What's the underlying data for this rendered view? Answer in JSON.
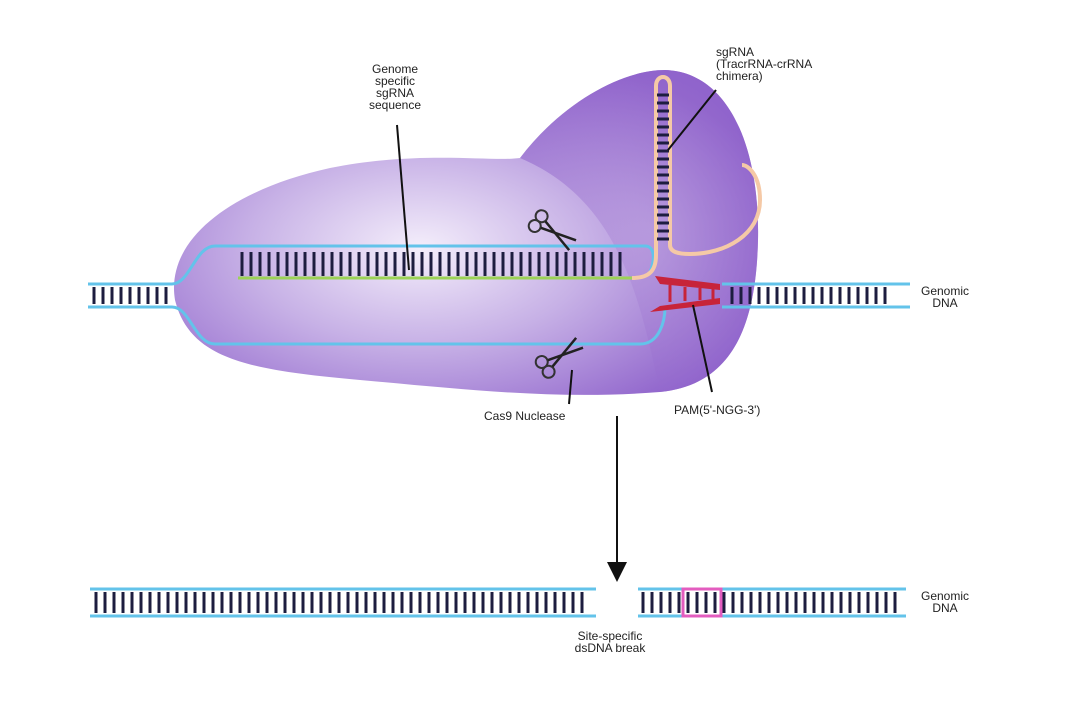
{
  "labels": {
    "genome_specific": [
      "Genome",
      "specific",
      "sgRNA",
      "sequence"
    ],
    "sgrna": [
      "sgRNA",
      "(TracrRNA-crRNA",
      "chimera)"
    ],
    "genomic_dna_top": [
      "Genomic",
      "DNA"
    ],
    "pam": "PAM(5'-NGG-3')",
    "cas9": "Cas9 Nuclease",
    "genomic_dna_bottom": [
      "Genomic",
      "DNA"
    ],
    "break": [
      "Site-specific",
      "dsDNA break"
    ]
  },
  "colors": {
    "protein_light": "#ece4f7",
    "protein_dark": "#8a5cc9",
    "dna_strand": "#63c3ea",
    "dna_rung": "#1d1d3f",
    "guide_strand": "#9cd356",
    "sgrna_scaffold": "#f5c9a6",
    "pam": "#c7243a",
    "insert": "#e35cbf"
  },
  "icons": [
    "scissors-icon",
    "scissors-icon"
  ]
}
